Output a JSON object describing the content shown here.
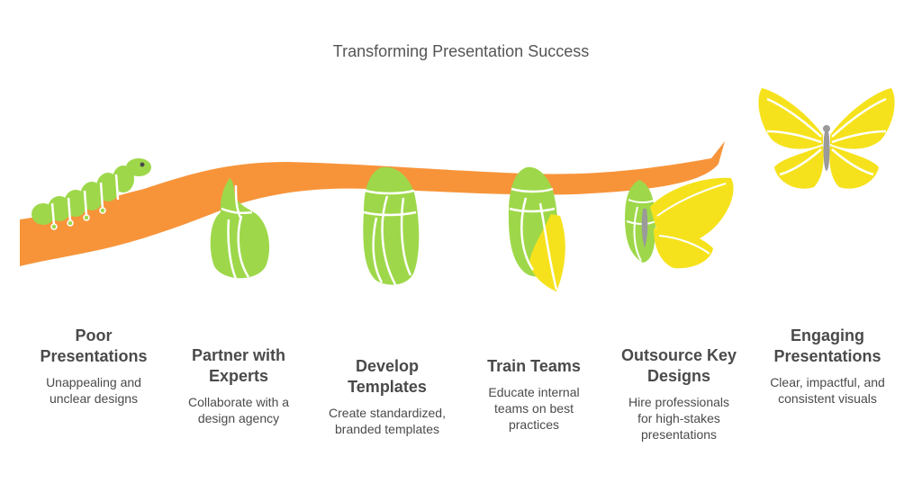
{
  "title": "Transforming Presentation Success",
  "stages": [
    {
      "title": "Poor Presentations",
      "description": "Unappealing and unclear designs",
      "icon": "caterpillar-icon"
    },
    {
      "title": "Partner with Experts",
      "description": "Collaborate with a design agency",
      "icon": "early-chrysalis-icon"
    },
    {
      "title": "Develop Templates",
      "description": "Create standardized, branded templates",
      "icon": "chrysalis-icon"
    },
    {
      "title": "Train Teams",
      "description": "Educate internal teams on best practices",
      "icon": "opening-chrysalis-icon"
    },
    {
      "title": "Outsource Key Designs",
      "description": "Hire professionals for high-stakes presentations",
      "icon": "emerging-butterfly-icon"
    },
    {
      "title": "Engaging Presentations",
      "description": "Clear, impactful, and consistent visuals",
      "icon": "butterfly-icon"
    }
  ],
  "colors": {
    "branch": "#f7943a",
    "green": "#9ed84a",
    "green_dark": "#86c43a",
    "yellow": "#f6e21c",
    "yellow_dark": "#e8d20c",
    "body_grey": "#9a9a9a",
    "text": "#4a4a4a"
  }
}
